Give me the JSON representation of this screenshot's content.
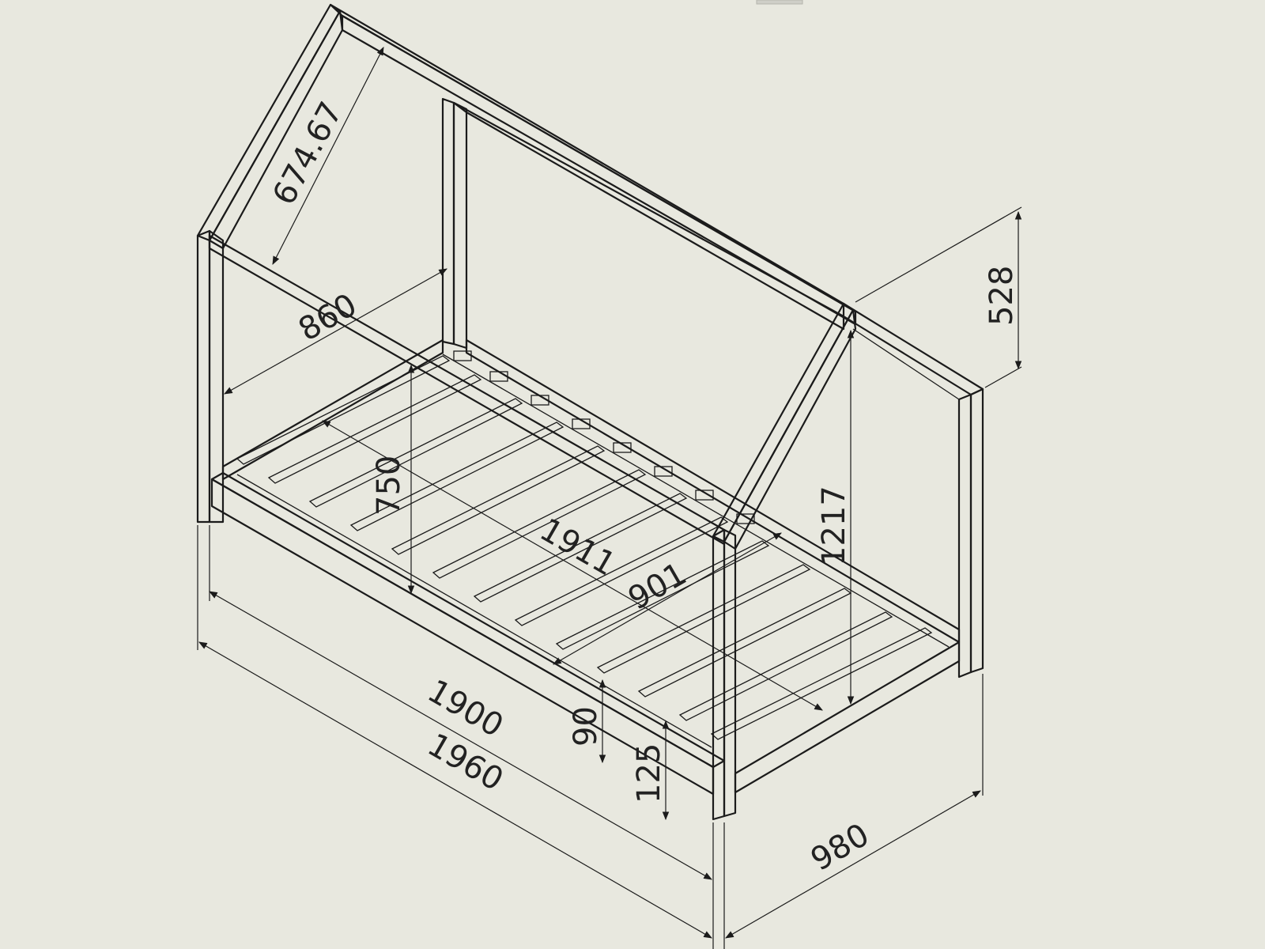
{
  "diagram": {
    "dimensions": [
      {
        "id": "dim-674-67",
        "label": "674.67"
      },
      {
        "id": "dim-860",
        "label": "860"
      },
      {
        "id": "dim-750",
        "label": "750"
      },
      {
        "id": "dim-1911",
        "label": "1911"
      },
      {
        "id": "dim-901",
        "label": "901"
      },
      {
        "id": "dim-1217",
        "label": "1217"
      },
      {
        "id": "dim-528",
        "label": "528"
      },
      {
        "id": "dim-1900",
        "label": "1900"
      },
      {
        "id": "dim-1960",
        "label": "1960"
      },
      {
        "id": "dim-90",
        "label": "90"
      },
      {
        "id": "dim-125",
        "label": "125"
      },
      {
        "id": "dim-980",
        "label": "980"
      }
    ],
    "colors": {
      "background": "#e8e8df",
      "line": "#1b1b1b"
    }
  }
}
